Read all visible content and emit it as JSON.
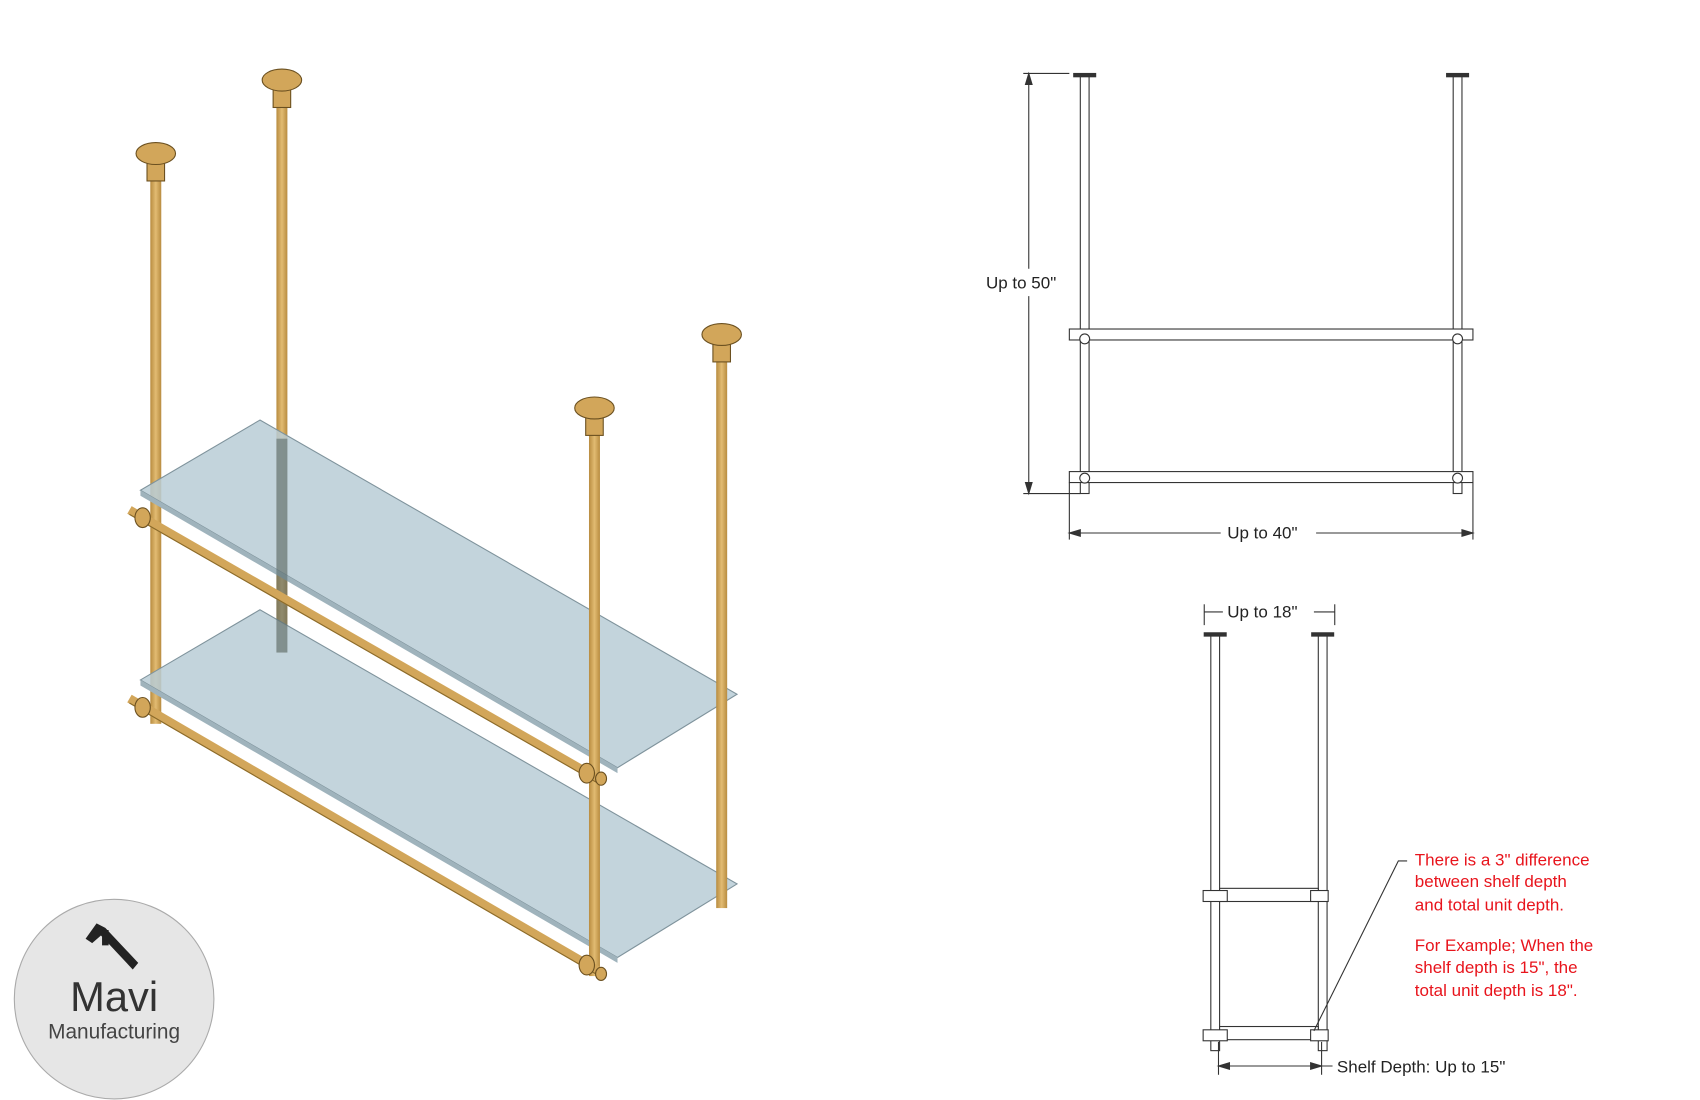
{
  "logo": {
    "name": "Mavi",
    "subtitle": "Manufacturing",
    "icon": "caliper-icon"
  },
  "front_view": {
    "height_label": "Up to 50\"",
    "width_label": "Up to 40\""
  },
  "side_view": {
    "depth_label": "Up to 18\"",
    "shelf_depth_label": "Shelf Depth: Up to 15\""
  },
  "note": {
    "lines": [
      "There is a 3\" difference",
      "between shelf depth",
      "and total unit depth."
    ],
    "example_lines": [
      "For Example; When the",
      "shelf depth is 15\", the",
      "total unit depth is 18\"."
    ]
  },
  "colors": {
    "brass": "#d2a65a",
    "glass": "#b9cdd6",
    "note": "#e8141c"
  }
}
